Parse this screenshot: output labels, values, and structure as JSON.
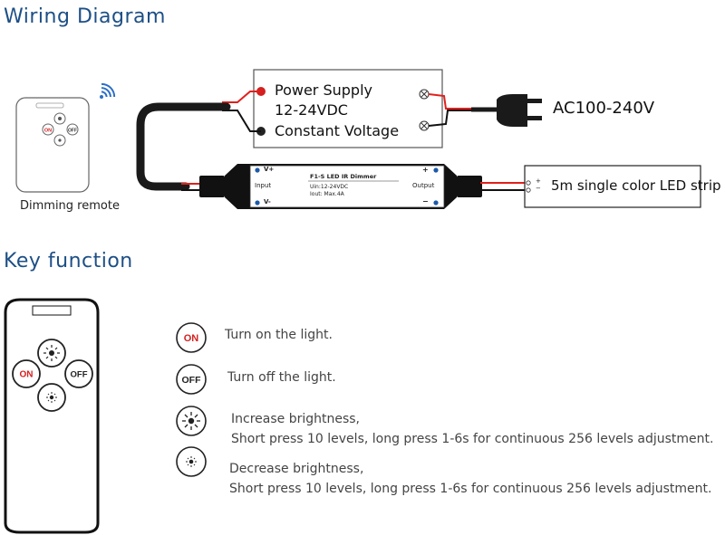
{
  "sections": {
    "wiring_title": "Wiring Diagram",
    "key_title": "Key function"
  },
  "remote_small": {
    "caption": "Dimming remote",
    "on_label": "ON",
    "off_label": "OFF"
  },
  "power_supply": {
    "line1": "Power Supply",
    "line2": "12-24VDC",
    "line3": "Constant Voltage"
  },
  "mains": {
    "label": "AC100-240V"
  },
  "dimmer": {
    "model": "F1-S LED IR Dimmer",
    "uin": "Uin:12-24VDC",
    "iout": "Iout: Max.4A",
    "input_label": "Input",
    "output_label": "Output",
    "vplus": "V+",
    "vminus": "V-",
    "plus": "+",
    "minus": "−"
  },
  "led_strip": {
    "label": "5m single color LED strip",
    "plus": "+",
    "minus": "−"
  },
  "remote_large": {
    "on_label": "ON",
    "off_label": "OFF"
  },
  "keys": [
    {
      "icon": "ON",
      "lines": [
        "Turn on the light."
      ]
    },
    {
      "icon": "OFF",
      "lines": [
        "Turn off the light."
      ]
    },
    {
      "icon": "sun-large",
      "lines": [
        "Increase brightness,",
        "Short press 10 levels, long press 1-6s for continuous 256 levels adjustment."
      ]
    },
    {
      "icon": "sun-small",
      "lines": [
        "Decrease brightness,",
        "Short press 10 levels, long press 1-6s for continuous 256 levels adjustment."
      ]
    }
  ],
  "colors": {
    "heading": "#1d4f86",
    "on_red": "#d42020",
    "wire_red": "#e0201c",
    "cable_black": "#1a1a1a",
    "terminal_blue": "#1c5aa8"
  }
}
